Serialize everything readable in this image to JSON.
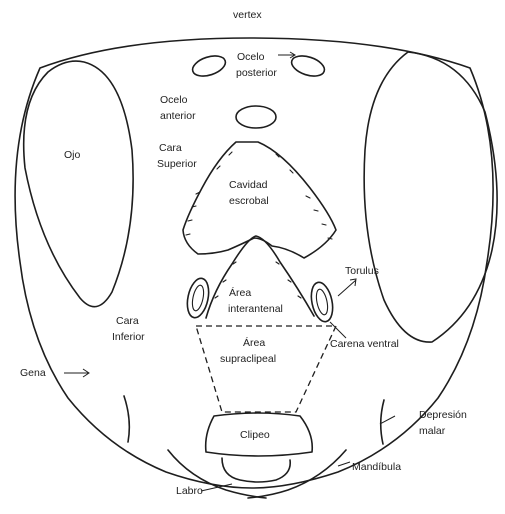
{
  "labels": {
    "vertex": "vertex",
    "ocelo_posterior_1": "Ocelo",
    "ocelo_posterior_2": "posterior",
    "ocelo_anterior_1": "Ocelo",
    "ocelo_anterior_2": "anterior",
    "ojo": "Ojo",
    "cara_superior_1": "Cara",
    "cara_superior_2": "Superior",
    "cavidad_1": "Cavidad",
    "cavidad_2": "escrobal",
    "torulus": "Torulus",
    "area_interantenal_1": "Área",
    "area_interantenal_2": "interantenal",
    "cara_inferior_1": "Cara",
    "cara_inferior_2": "Inferior",
    "area_supraclipeal_1": "Área",
    "area_supraclipeal_2": "supraclipeal",
    "carena_ventral": "Carena ventral",
    "gena": "Gena",
    "depresion_1": "Depresión",
    "depresion_2": "malar",
    "clipeo": "Clipeo",
    "mandibula": "Mandíbula",
    "labro": "Labro"
  }
}
